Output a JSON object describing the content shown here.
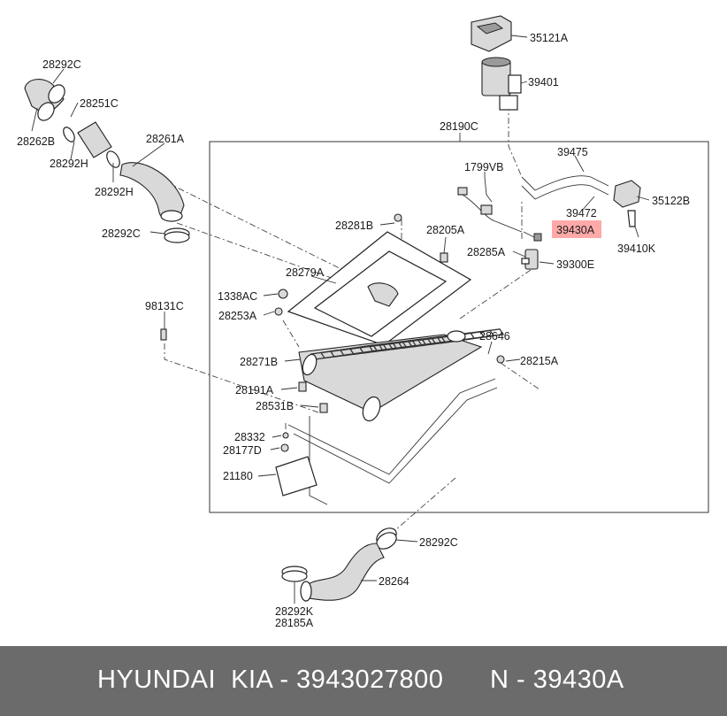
{
  "labels": [
    {
      "id": "35121A",
      "text": "35121A"
    },
    {
      "id": "39401",
      "text": "39401"
    },
    {
      "id": "28292C-top",
      "text": "28292C"
    },
    {
      "id": "28251C",
      "text": "28251C"
    },
    {
      "id": "28262B",
      "text": "28262B"
    },
    {
      "id": "28292H-1",
      "text": "28292H"
    },
    {
      "id": "28261A",
      "text": "28261A"
    },
    {
      "id": "28292H-2",
      "text": "28292H"
    },
    {
      "id": "28292C-mid",
      "text": "28292C"
    },
    {
      "id": "28190C",
      "text": "28190C"
    },
    {
      "id": "39475",
      "text": "39475"
    },
    {
      "id": "1799VB",
      "text": "1799VB"
    },
    {
      "id": "35122B",
      "text": "35122B"
    },
    {
      "id": "39472",
      "text": "39472"
    },
    {
      "id": "28281B",
      "text": "28281B"
    },
    {
      "id": "28205A",
      "text": "28205A"
    },
    {
      "id": "39430A",
      "text": "39430A"
    },
    {
      "id": "39410K",
      "text": "39410K"
    },
    {
      "id": "28285A",
      "text": "28285A"
    },
    {
      "id": "39300E",
      "text": "39300E"
    },
    {
      "id": "28279A",
      "text": "28279A"
    },
    {
      "id": "98131C",
      "text": "98131C"
    },
    {
      "id": "1338AC",
      "text": "1338AC"
    },
    {
      "id": "28253A",
      "text": "28253A"
    },
    {
      "id": "28646",
      "text": "28646"
    },
    {
      "id": "28271B",
      "text": "28271B"
    },
    {
      "id": "28215A",
      "text": "28215A"
    },
    {
      "id": "28191A",
      "text": "28191A"
    },
    {
      "id": "28531B",
      "text": "28531B"
    },
    {
      "id": "28332",
      "text": "28332"
    },
    {
      "id": "28177D",
      "text": "28177D"
    },
    {
      "id": "21180",
      "text": "21180"
    },
    {
      "id": "28292C-bot",
      "text": "28292C"
    },
    {
      "id": "28264",
      "text": "28264"
    },
    {
      "id": "28292K",
      "text": "28292K"
    },
    {
      "id": "28185A",
      "text": "28185A"
    }
  ],
  "highlight": {
    "part": "39430A",
    "color": "#ff9a9a"
  },
  "footer": {
    "brand_text": "HYUNDAI  KIA - 3943027800",
    "code_text": "N - 39430A",
    "background": "#6b6b6b"
  }
}
